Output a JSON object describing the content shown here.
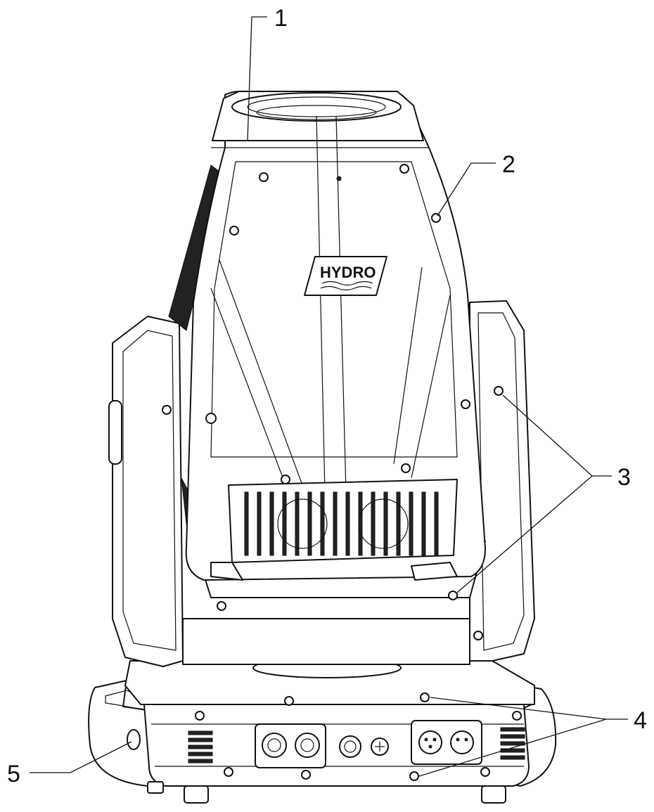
{
  "device": {
    "logo_text": "HYDRO"
  },
  "callouts": [
    {
      "id": "1",
      "label": "1"
    },
    {
      "id": "2",
      "label": "2"
    },
    {
      "id": "3",
      "label": "3"
    },
    {
      "id": "4",
      "label": "4"
    },
    {
      "id": "5",
      "label": "5"
    }
  ],
  "colors": {
    "line": "#111111",
    "background": "#ffffff"
  }
}
